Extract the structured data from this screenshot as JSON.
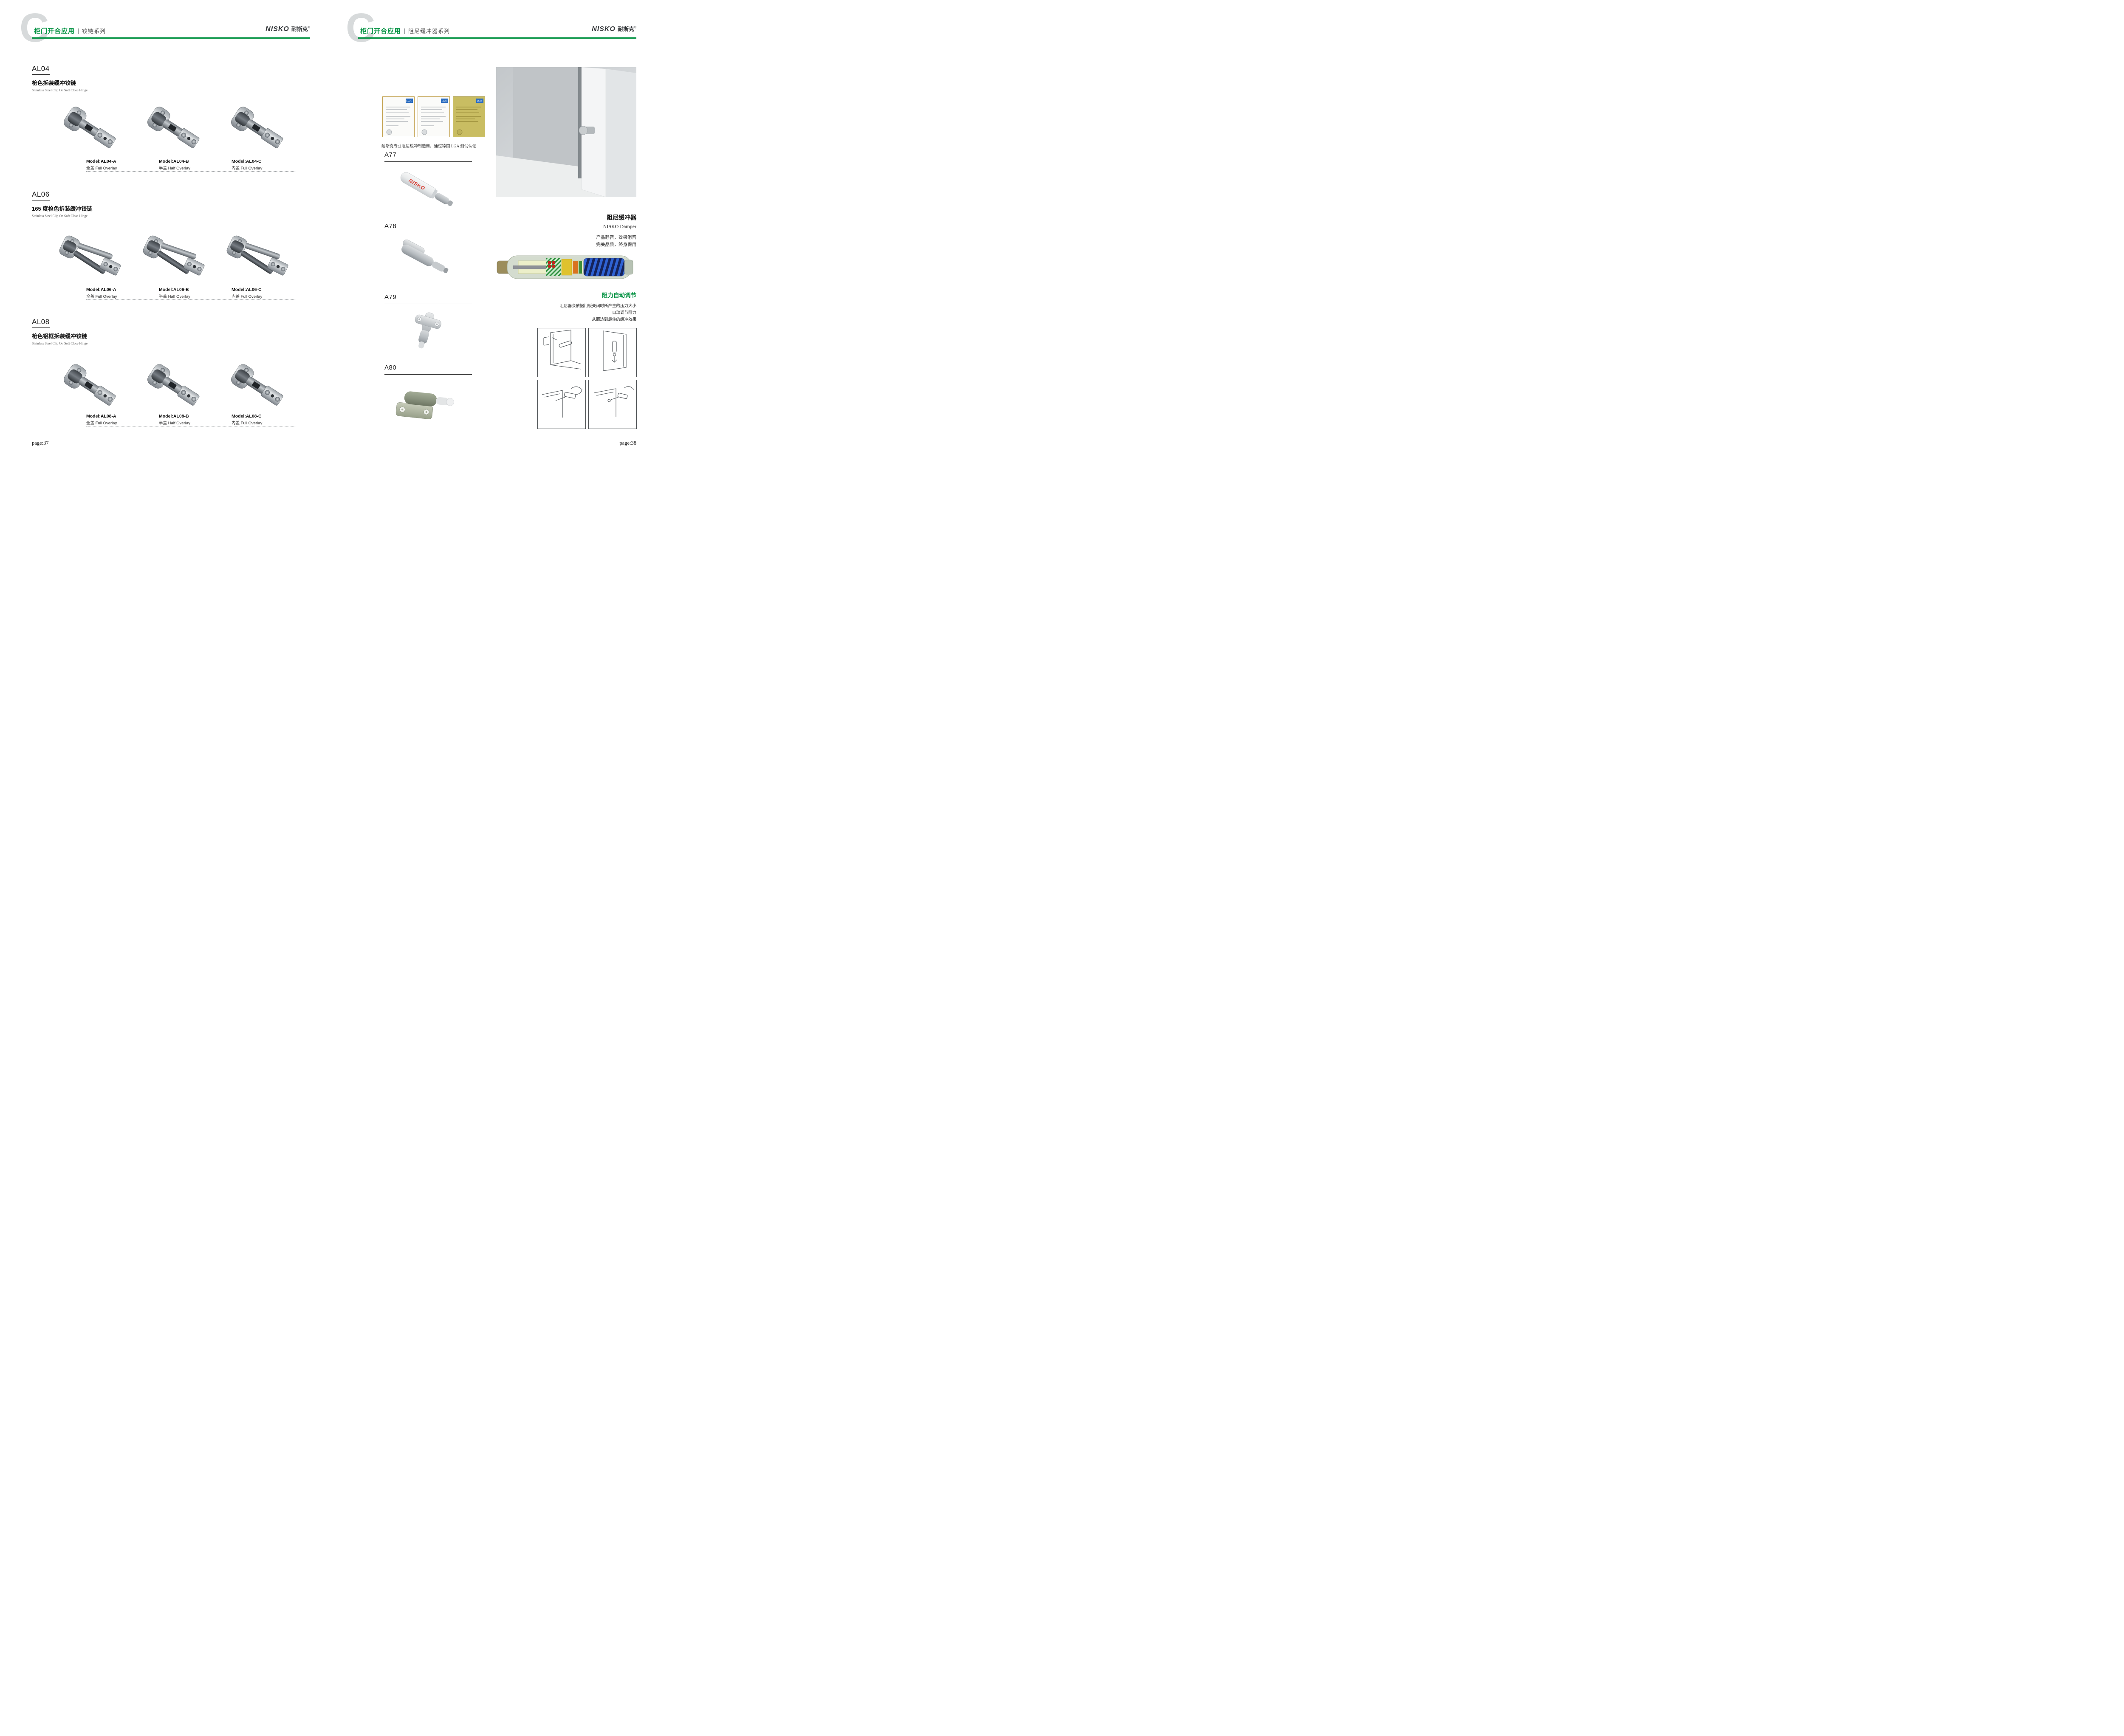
{
  "colors": {
    "accent_green": "#009140",
    "logo_red": "#d93a30"
  },
  "brand": {
    "latin": "NISKO",
    "cn": "耐斯克",
    "reg": "®"
  },
  "left_page": {
    "header": {
      "letter": "C",
      "title": "柜门开合应用",
      "subtitle": "铰链系列"
    },
    "sections": [
      {
        "code": "AL04",
        "name_cn": "枪色拆装缓冲铰链",
        "name_en": "Stainless Steel Clip On Soft Close Hinge",
        "models": [
          {
            "model": "Model:AL04-A",
            "type": "全盖 Full Overlay"
          },
          {
            "model": "Model:AL04-B",
            "type": "半盖 Half Overlay"
          },
          {
            "model": "Model:AL04-C",
            "type": "内盖 Full Overlay"
          }
        ]
      },
      {
        "code": "AL06",
        "name_cn": "165 度枪色拆装缓冲铰链",
        "name_en": "Stainless Steel Clip On Soft Close Hinge",
        "models": [
          {
            "model": "Model:AL06-A",
            "type": "全盖 Full Overlay"
          },
          {
            "model": "Model:AL06-B",
            "type": "半盖 Half Overlay"
          },
          {
            "model": "Model:AL06-C",
            "type": "内盖 Full Overlay"
          }
        ]
      },
      {
        "code": "AL08",
        "name_cn": "枪色铝框拆装缓冲铰链",
        "name_en": "Stainless Steel Clip On Soft Close Hinge",
        "models": [
          {
            "model": "Model:AL08-A",
            "type": "全盖 Full Overlay"
          },
          {
            "model": "Model:AL08-B",
            "type": "半盖 Half Overlay"
          },
          {
            "model": "Model:AL08-C",
            "type": "内盖 Full Overlay"
          }
        ]
      }
    ],
    "page_label": "page:37"
  },
  "right_page": {
    "header": {
      "letter": "C",
      "title": "柜门开合应用",
      "subtitle": "阻尼缓冲器系列"
    },
    "cert_caption": "耐斯克专业阻尼缓冲制造商，通过德国 LGA 测试认证",
    "cert_label": "LGA",
    "products": [
      {
        "code": "A77"
      },
      {
        "code": "A78"
      },
      {
        "code": "A79"
      },
      {
        "code": "A80"
      }
    ],
    "a77_body_text": "NISKO",
    "damper": {
      "title_cn": "阻尼缓冲器",
      "title_en": "NISKO Damper",
      "desc_line1": "产品静音，效果消音",
      "desc_line2": "完美品质，终身保用"
    },
    "feature": {
      "title": "阻力自动调节",
      "line1": "阻尼器会依据门板关闭时所产生的压力大小",
      "line2": "自动调节阻力",
      "line3": "从而达到最佳的缓冲效果"
    },
    "page_label": "page:38"
  }
}
